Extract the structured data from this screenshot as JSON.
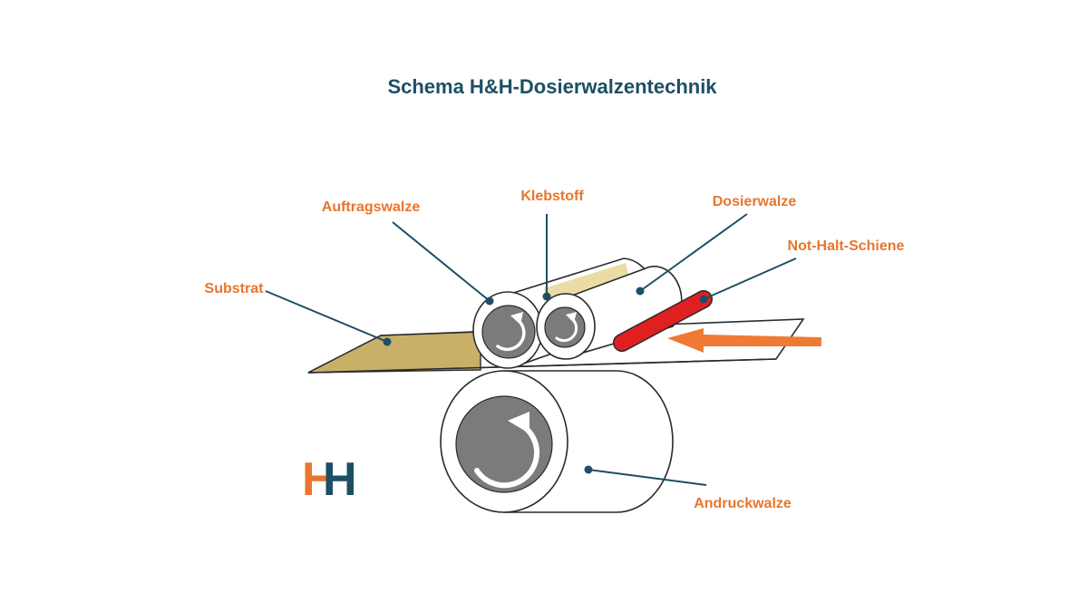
{
  "title": "Schema H&H-Dosierwalzentechnik",
  "labels": {
    "auftragswalze": "Auftragswalze",
    "klebstoff": "Klebstoff",
    "dosierwalze": "Dosierwalze",
    "not_halt_schiene": "Not-Halt-Schiene",
    "substrat": "Substrat",
    "andruckwalze": "Andruckwalze"
  },
  "logo": {
    "left": "H",
    "right": "H"
  },
  "colors": {
    "title": "#1d4f64",
    "label": "#e8762c",
    "leader": "#1d4f64",
    "substrate": "#c9b068",
    "roller_core": "#7b7b7b",
    "rail": "#e02020",
    "arrow": "#ef7a34",
    "logo_orange": "#e8762c",
    "logo_blue": "#1d4f64"
  },
  "icons": [
    "rotation-arrow-icon",
    "feed-direction-arrow-icon"
  ]
}
